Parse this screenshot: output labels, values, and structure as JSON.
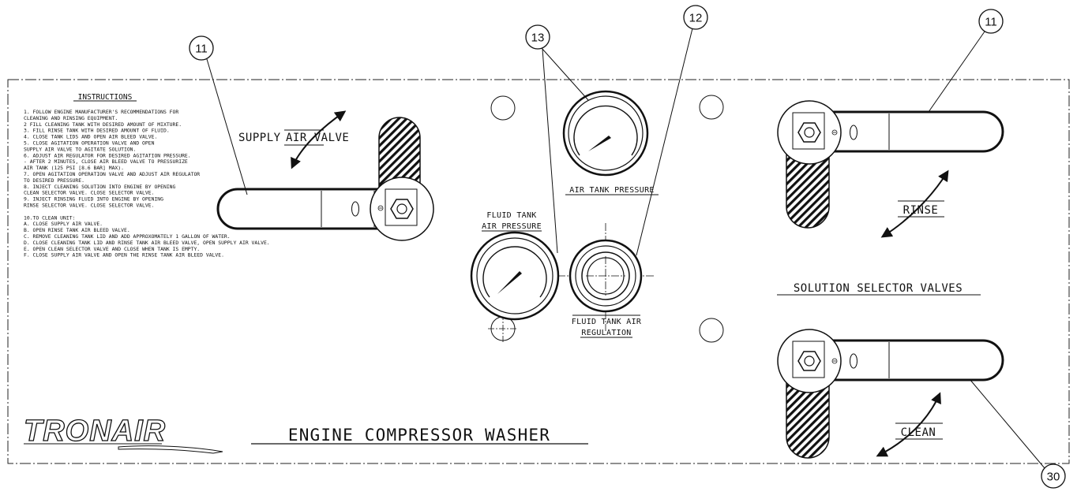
{
  "instructions": {
    "heading": "INSTRUCTIONS",
    "lines": [
      "1. FOLLOW ENGINE MANUFACTURER'S RECOMMENDATIONS FOR",
      "   CLEANING AND RINSING EQUIPMENT.",
      "2  FILL CLEANING TANK WITH DESIRED AMOUNT OF MIXTURE.",
      "3. FILL RINSE TANK WITH DESIRED AMOUNT OF FLUID.",
      "4. CLOSE TANK LIDS AND OPEN AIR BLEED VALVE.",
      "5. CLOSE AGITATION OPERATION VALVE AND OPEN",
      "   SUPPLY AIR VALVE TO AGITATE SOLUTION.",
      "6. ADJUST AIR REGULATOR FOR DESIRED AGITATION PRESSURE.",
      "   - AFTER 2 MINUTES, CLOSE AIR BLEED VALVE TO PRESSURIZE",
      "   AIR TANK (125 PSI [8.6 BAR] MAX).",
      "7. OPEN AGITATION OPERATION VALVE AND ADJUST AIR REGULATOR",
      "   TO DESIRED PRESSURE.",
      "8. INJECT CLEANING SOLUTION INTO ENGINE BY OPENING",
      "   CLEAN SELECTOR VALVE.  CLOSE SELECTOR VALVE.",
      "9. INJECT RINSING FLUID INTO ENGINE BY OPENING",
      "   RINSE SELECTOR VALVE.  CLOSE SELECTOR VALVE.",
      "",
      "10.TO CLEAN UNIT:",
      "   A. CLOSE SUPPLY AIR VALVE.",
      "   B. OPEN RINSE TANK AIR BLEED VALVE.",
      "   C. REMOVE CLEANING TANK LID AND ADD APPROXOMATELY 1 GALLON OF WATER.",
      "   D. CLOSE CLEANING TANK LID AND RINSE TANK AIR BLEED VALVE, OPEN SUPPLY AIR VALVE.",
      "   E. OPEN CLEAN SELECTOR VALVE AND CLOSE WHEN TANK IS EMPTY.",
      "   F. CLOSE SUPPLY AIR VALVE AND OPEN THE RINSE TANK AIR BLEED VALVE."
    ]
  },
  "labels": {
    "supply_prefix": "SUPPLY",
    "supply_air_valve": "AIR VALVE",
    "air_tank_pressure": "AIR TANK PRESSURE",
    "fluid_tank_air_pressure_1": "FLUID TANK",
    "fluid_tank_air_pressure_2": "AIR PRESSURE",
    "fluid_tank_air_regulation_1": "FLUID TANK AIR",
    "fluid_tank_air_regulation_2": "REGULATION",
    "solution_selector_valves": "SOLUTION SELECTOR VALVES",
    "rinse": "RINSE",
    "clean": "CLEAN",
    "title": "ENGINE COMPRESSOR WASHER",
    "logo": "TRONAIR"
  },
  "callouts": {
    "supply_handle": "11",
    "gauges": "13",
    "regulator": "12",
    "rinse_handle": "11",
    "clean_handle": "30"
  }
}
